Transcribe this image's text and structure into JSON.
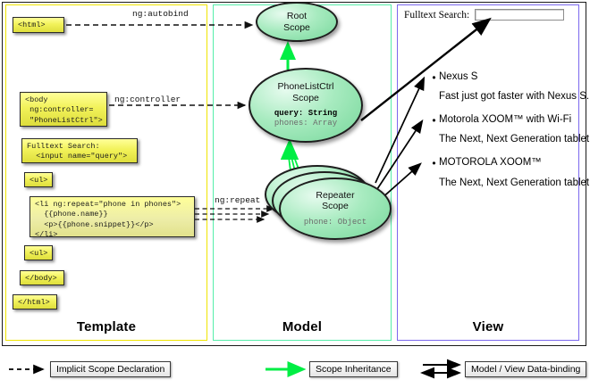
{
  "panels": [
    {
      "name": "template",
      "label": "Template"
    },
    {
      "name": "model",
      "label": "Model"
    },
    {
      "name": "view",
      "label": "View"
    }
  ],
  "colors": {
    "template_border": "#f0e500",
    "model_border": "#55eeaa",
    "view_border": "#7b68ee",
    "scope_fill": "#76d79a",
    "inheritance_arrow": "#00ee44",
    "code_box": "#f2f25a"
  },
  "template": {
    "boxes": [
      {
        "id": "html-open",
        "text": "<html>"
      },
      {
        "id": "body-open",
        "text": "<body\n ng:controller=\n \"PhoneListCtrl\">"
      },
      {
        "id": "search",
        "text": "Fulltext Search:\n  <input name=\"query\">"
      },
      {
        "id": "ul-open",
        "text": "<ul>"
      },
      {
        "id": "li-repeat",
        "text": "<li ng:repeat=\"phone in phones\">\n  {{phone.name}}\n  <p>{{phone.snippet}}</p>\n</li>"
      },
      {
        "id": "ul-close",
        "text": "<ul>"
      },
      {
        "id": "body-close",
        "text": "</body>"
      },
      {
        "id": "html-close",
        "text": "</html>"
      }
    ]
  },
  "arrow_labels": {
    "autobind": "ng:autobind",
    "controller": "ng:controller",
    "repeat": "ng:repeat"
  },
  "model": {
    "scopes": [
      {
        "id": "root",
        "title": "Root\nScope",
        "title_lines": [
          "Root",
          "Scope"
        ],
        "props": []
      },
      {
        "id": "phonelistctrl",
        "title_lines": [
          "PhoneListCtrl",
          "Scope"
        ],
        "props": [
          {
            "text": "query: String",
            "style": "bold"
          },
          {
            "text": "phones: Array",
            "style": "gray"
          }
        ]
      },
      {
        "id": "repeater",
        "title_lines": [
          "Repeater",
          "Scope"
        ],
        "props": [
          {
            "text": "phone: Object",
            "style": "gray"
          }
        ]
      }
    ]
  },
  "view": {
    "search_label": "Fulltext Search:",
    "search_value": "",
    "search_placeholder": "",
    "phones": [
      {
        "name": "Nexus S",
        "snippet": "Fast just got faster with Nexus S."
      },
      {
        "name": "Motorola XOOM™  with Wi-Fi",
        "snippet": "The Next, Next Generation tablet."
      },
      {
        "name": "MOTOROLA XOOM™",
        "snippet": "The Next, Next Generation tablet."
      }
    ]
  },
  "legend": [
    {
      "id": "implicit",
      "label": "Implicit Scope Declaration",
      "arrow": "dashed-black"
    },
    {
      "id": "inheritance",
      "label": "Scope Inheritance",
      "arrow": "solid-green"
    },
    {
      "id": "databinding",
      "label": "Model / View Data-binding",
      "arrow": "double-black"
    }
  ]
}
